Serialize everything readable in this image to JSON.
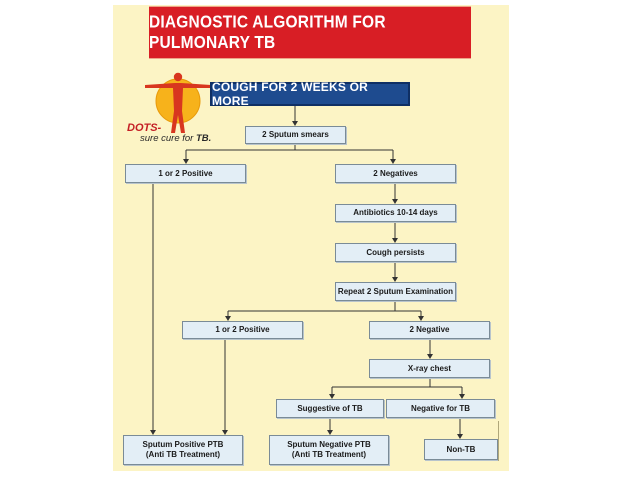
{
  "title": "DIAGNOSTIC ALGORITHM FOR PULMONARY TB",
  "logo": {
    "brand": "DOTS-",
    "tagline_prefix": "sure cure for ",
    "tagline_bold": "TB."
  },
  "nodes": {
    "start": "COUGH FOR 2 WEEKS OR MORE",
    "sputum_smears": "2 Sputum smears",
    "positive_1": "1 or 2 Positive",
    "negatives_2": "2 Negatives",
    "antibiotics": "Antibiotics 10-14 days",
    "cough_persists": "Cough persists",
    "repeat_exam": "Repeat 2 Sputum Examination",
    "positive_2": "1 or 2 Positive",
    "negative_2": "2 Negative",
    "xray": "X-ray chest",
    "suggestive": "Suggestive of TB",
    "negative_tb": "Negative for TB",
    "sputum_positive_line1": "Sputum Positive PTB",
    "sputum_positive_line2": "(Anti TB Treatment)",
    "sputum_negative_line1": "Sputum Negative PTB",
    "sputum_negative_line2": "(Anti TB Treatment)",
    "non_tb": "Non-TB"
  },
  "colors": {
    "banner": "#d81e25",
    "start_box": "#1e4b8f",
    "node_fill": "#e3eef6",
    "poster_bg": "#fcf4c5",
    "connector": "#333333"
  }
}
